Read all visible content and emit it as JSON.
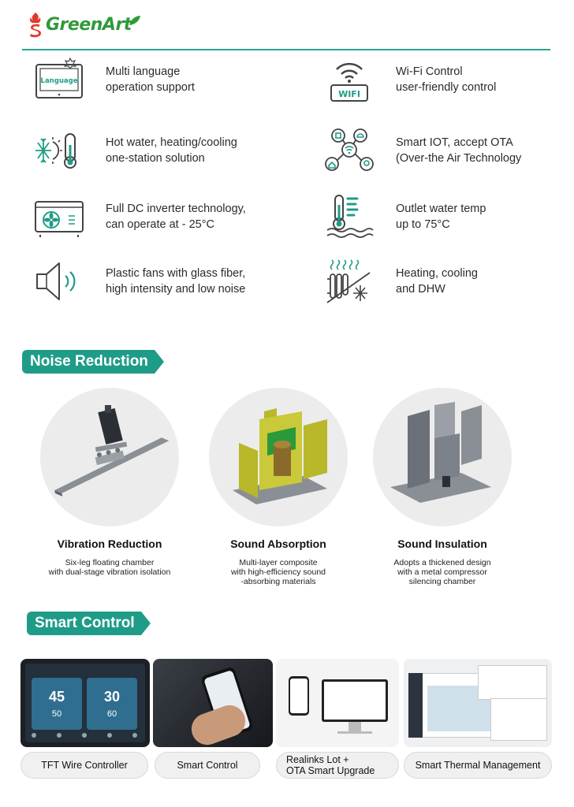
{
  "brand": {
    "name": "GreenArt"
  },
  "colors": {
    "accent": "#1f9c87",
    "line": "#2aa391",
    "logo_green": "#2f9a3a",
    "logo_red": "#e23a2a"
  },
  "features": [
    {
      "icon": "language-screen-icon",
      "icon_text": "Language",
      "line1": "Multi language",
      "line2": "operation support"
    },
    {
      "icon": "wifi-icon",
      "icon_text": "WIFI",
      "line1": "Wi-Fi Control",
      "line2": "user-friendly control"
    },
    {
      "icon": "hot-cold-icon",
      "line1": "Hot water, heating/cooling",
      "line2": "one-station solution"
    },
    {
      "icon": "smart-iot-icon",
      "line1": "Smart IOT, accept OTA",
      "line2": "(Over-the Air Technology"
    },
    {
      "icon": "dc-inverter-icon",
      "line1": "Full DC inverter technology,",
      "line2": "can operate at - 25°C"
    },
    {
      "icon": "thermometer-water-icon",
      "line1": "Outlet water temp",
      "line2": "up to 75°C"
    },
    {
      "icon": "speaker-icon",
      "line1": "Plastic fans with glass fiber,",
      "line2": "high intensity and low noise"
    },
    {
      "icon": "heat-cool-radiator-icon",
      "line1": "Heating, cooling",
      "line2": "and DHW"
    }
  ],
  "noise_section": {
    "title": "Noise Reduction",
    "items": [
      {
        "title": "Vibration Reduction",
        "desc1": "Six-leg floating chamber",
        "desc2": "with dual-stage vibration isolation",
        "desc3": ""
      },
      {
        "title": "Sound Absorption",
        "desc1": "Multi-layer composite",
        "desc2": "with high-efficiency sound",
        "desc3": "-absorbing materials"
      },
      {
        "title": "Sound Insulation",
        "desc1": "Adopts a thickened design",
        "desc2": "with a metal compressor",
        "desc3": "silencing chamber"
      }
    ]
  },
  "smart_section": {
    "title": "Smart Control",
    "controller": {
      "temp1": "45",
      "temp2": "30",
      "temp3": "50",
      "temp4": "60"
    },
    "cards": [
      {
        "label1": "TFT Wire Controller",
        "label2": ""
      },
      {
        "label1": "Smart Control",
        "label2": ""
      },
      {
        "label1": "Realinks Lot +",
        "label2": "OTA Smart Upgrade"
      },
      {
        "label1": "Smart Thermal Management",
        "label2": ""
      }
    ]
  }
}
